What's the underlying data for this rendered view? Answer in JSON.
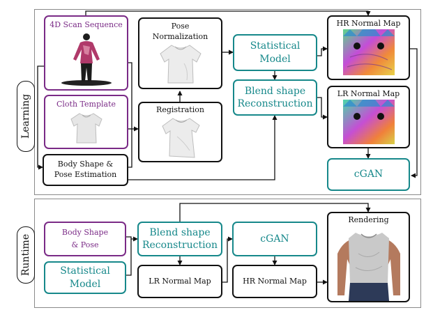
{
  "sections": {
    "learning": "Learning",
    "runtime": "Runtime"
  },
  "learning": {
    "scan_sequence": "4D Scan Sequence",
    "cloth_template": "Cloth Template",
    "body_shape_line1": "Body Shape &",
    "body_shape_line2": "Pose Estimation",
    "pose_norm_line1": "Pose",
    "pose_norm_line2": "Normalization",
    "registration": "Registration",
    "statistical_line1": "Statistical",
    "statistical_line2": "Model",
    "blend_line1": "Blend shape",
    "blend_line2": "Reconstruction",
    "hr_normal_map": "HR Normal Map",
    "lr_normal_map": "LR Normal Map",
    "cgan": "cGAN"
  },
  "runtime": {
    "body_shape_line1": "Body Shape",
    "body_shape_line2": "& Pose",
    "statistical_line1": "Statistical",
    "statistical_line2": "Model",
    "blend_line1": "Blend shape",
    "blend_line2": "Reconstruction",
    "lr_normal_map": "LR Normal Map",
    "cgan": "cGAN",
    "hr_normal_map": "HR Normal Map",
    "rendering": "Rendering"
  },
  "colors": {
    "purple": "#7a2a86",
    "teal": "#16888a",
    "black": "#111111",
    "panel_border": "#8a8a8a"
  },
  "icons": {
    "scan": "scanned-human-figure",
    "shirt": "tshirt-mesh",
    "rendering": "rendered-clothed-human"
  }
}
